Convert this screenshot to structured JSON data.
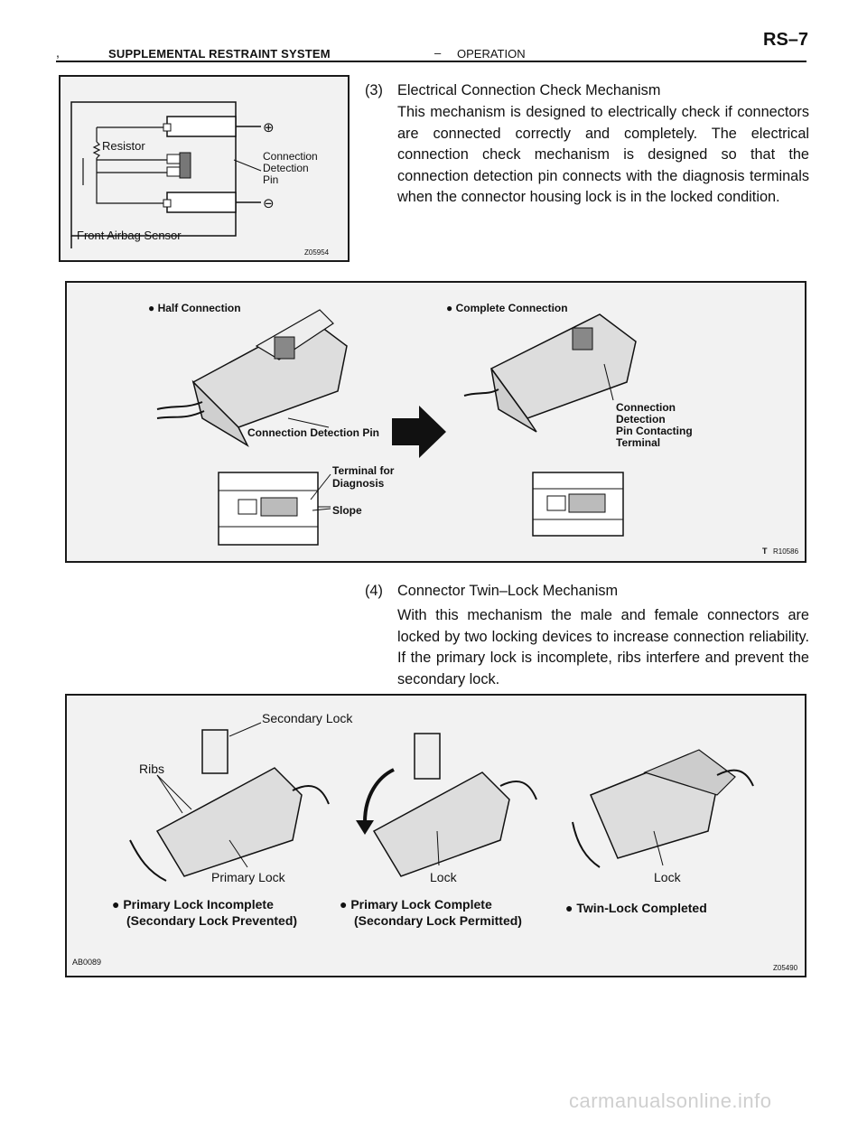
{
  "header": {
    "section_mark": ",",
    "title": "SUPPLEMENTAL RESTRAINT SYSTEM",
    "separator": "–",
    "subtitle": "OPERATION",
    "page_number": "RS–7"
  },
  "section3": {
    "number": "(3)",
    "heading": "Electrical Connection Check Mechanism",
    "body": "This mechanism is designed to electrically check if connectors are connected correctly and completely. The electrical connection check mechanism is designed so that the connection detection pin connects with the diagnosis terminals when the connector housing lock is in the locked condition."
  },
  "figure1": {
    "label_resistor": "Resistor",
    "label_plus": "⊕",
    "label_minus": "⊖",
    "label_pin_1": "Connection",
    "label_pin_2": "Detection",
    "label_pin_3": "Pin",
    "label_sensor": "Front Airbag Sensor",
    "code": "Z05954"
  },
  "figure2": {
    "label_half": "● Half Connection",
    "label_complete": "● Complete Connection",
    "label_pin": "Connection Detection Pin",
    "label_terminal_1": "Terminal for",
    "label_terminal_2": "Diagnosis",
    "label_slope": "Slope",
    "label_contact_1": "Connection",
    "label_contact_2": "Detection",
    "label_contact_3": "Pin Contacting",
    "label_contact_4": "Terminal",
    "mark_t": "T",
    "code": "R10586"
  },
  "section4": {
    "number": "(4)",
    "heading": "Connector Twin–Lock Mechanism",
    "body": "With this mechanism the male and female connectors are locked by two locking devices to increase connection reliability. If the primary lock is incomplete, ribs interfere and prevent the secondary lock."
  },
  "figure3": {
    "label_secondary": "Secondary Lock",
    "label_ribs": "Ribs",
    "label_primary": "Primary Lock",
    "label_lock_1": "Lock",
    "label_lock_2": "Lock",
    "cap1_a": "● Primary Lock Incomplete",
    "cap1_b": "(Secondary Lock Prevented)",
    "cap2_a": "● Primary Lock Complete",
    "cap2_b": "(Secondary Lock Permitted)",
    "cap3": "● Twin-Lock Completed",
    "code_left": "AB0089",
    "code_right": "Z05490"
  },
  "watermark": "carmanualsonline.info"
}
